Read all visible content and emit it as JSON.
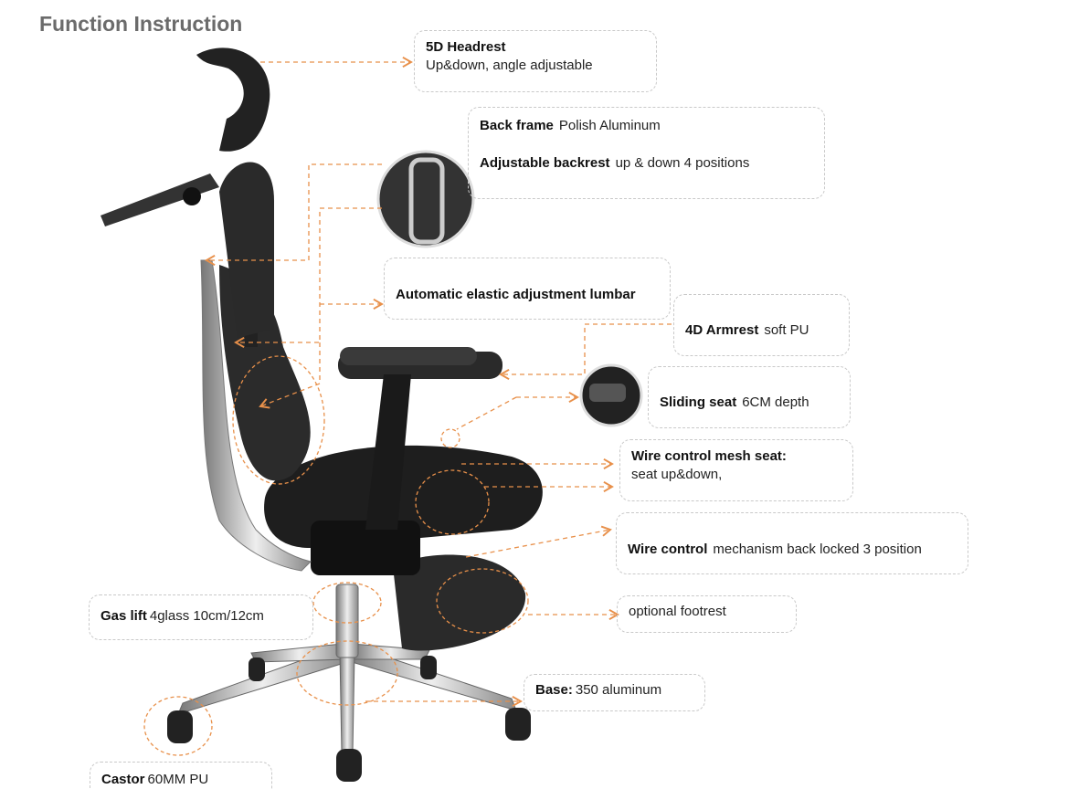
{
  "title": "Function Instruction",
  "callouts": {
    "headrest": {
      "label": "5D Headrest",
      "text": "Up&down, angle adjustable"
    },
    "back_frame": {
      "label": "Back frame",
      "text": "Polish Aluminum"
    },
    "backrest": {
      "label": "Adjustable backrest",
      "text": "up & down 4 positions"
    },
    "lumbar": {
      "label": "Automatic elastic adjustment lumbar"
    },
    "armrest": {
      "label": "4D Armrest",
      "text": "soft PU"
    },
    "sliding_seat": {
      "label": "Sliding seat",
      "text": "6CM depth"
    },
    "mesh_seat": {
      "label": "Wire control mesh seat:",
      "text": "seat up&down,"
    },
    "wire_control": {
      "label": "Wire control",
      "text": "mechanism back locked 3 position"
    },
    "footrest": {
      "text": "optional footrest"
    },
    "gas_lift": {
      "label": "Gas lift",
      "text": "4glass 10cm/12cm"
    },
    "base": {
      "label": "Base:",
      "text": "350 aluminum"
    },
    "castor": {
      "label": "Castor",
      "text": "60MM PU"
    }
  },
  "colors": {
    "arrow": "#e8904a",
    "border": "#c9c9c9",
    "title": "#6b6b6b"
  }
}
